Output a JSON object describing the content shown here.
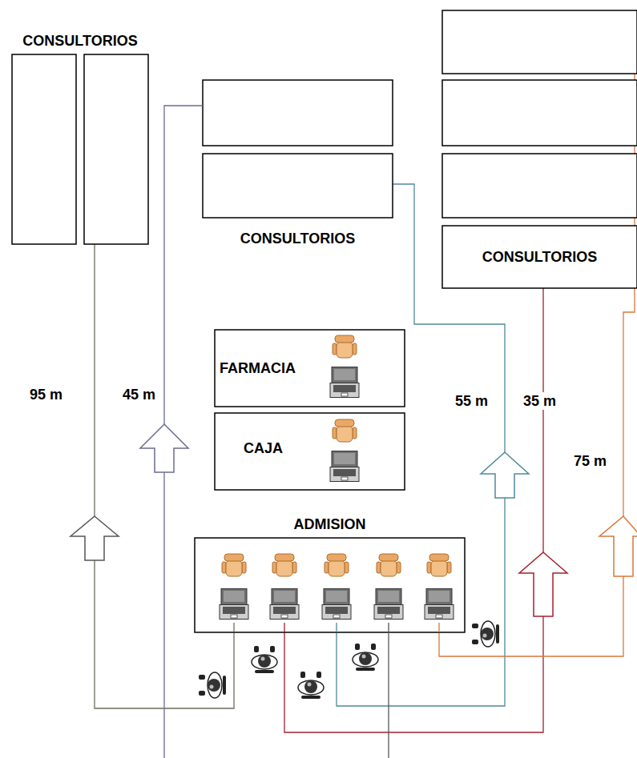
{
  "diagram": {
    "nodes": [
      {
        "text": [
          "CONSULTORIOS"
        ]
      },
      {
        "text": [
          "CONSULTORIOS"
        ]
      },
      {
        "text": [
          "CONSULTORIOS"
        ]
      },
      {
        "text": [
          "FARMACIA"
        ]
      },
      {
        "text": [
          "CAJA"
        ]
      },
      {
        "text": [
          "ADMISION"
        ]
      }
    ],
    "edges": [
      {
        "from": 5,
        "to": 0,
        "arrow": "none",
        "label": "95 m"
      },
      {
        "from": 5,
        "to": 1,
        "arrow": "none",
        "label": "55 m"
      },
      {
        "from": 5,
        "to": 2,
        "arrow": "none",
        "label": "35 m"
      },
      {
        "from": 5,
        "to": 2,
        "arrow": "none",
        "label": "75 m"
      }
    ],
    "labels": [
      "45 m"
    ]
  }
}
